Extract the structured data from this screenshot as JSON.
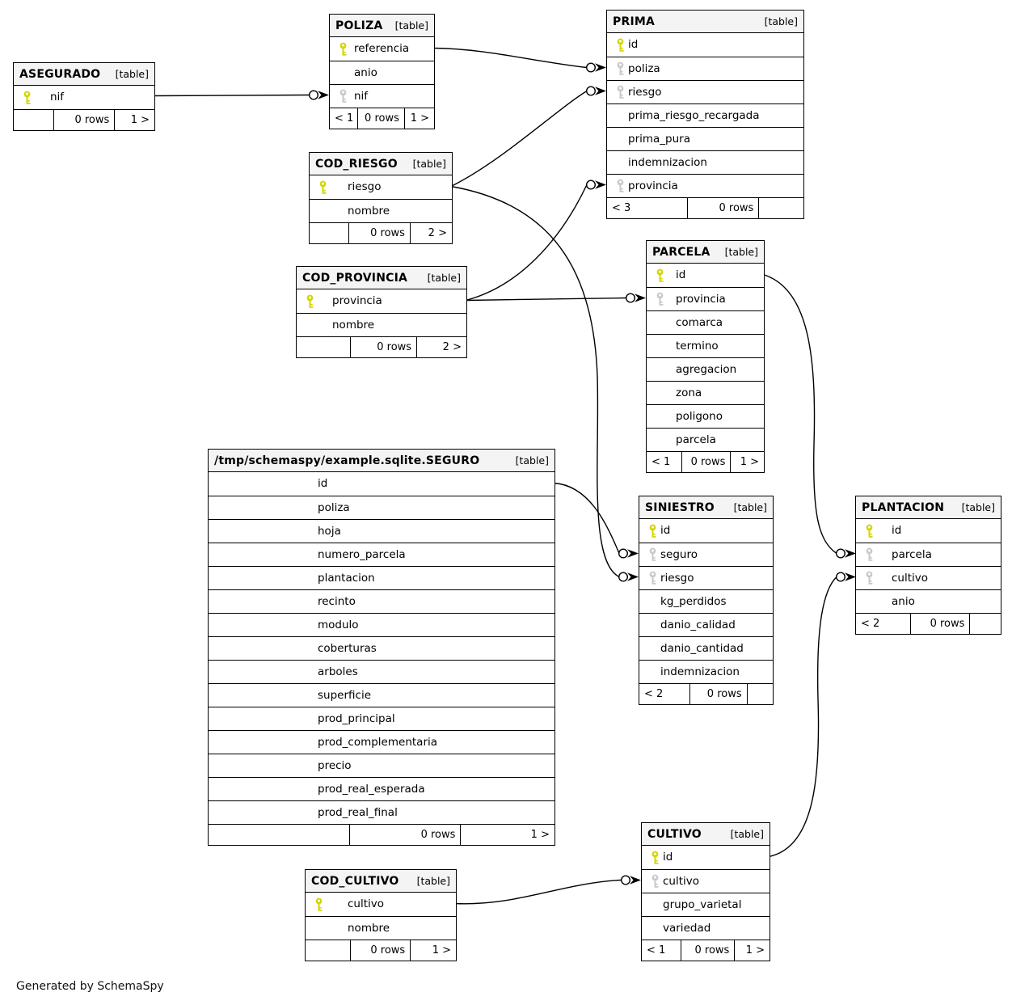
{
  "diagram": {
    "generated_by": "Generated by SchemaSpy",
    "type_label": "[table]"
  },
  "colors": {
    "primary_key": "#d4d400",
    "foreign_key": "#c9c9c9",
    "header_bg": "#f4f4f4",
    "border": "#000000",
    "line": "#000000"
  },
  "tables": [
    {
      "name": "ASEGURADO",
      "columns": [
        {
          "name": "nif",
          "key": "pk"
        }
      ],
      "footer": [
        "",
        "0 rows",
        "1 >"
      ]
    },
    {
      "name": "POLIZA",
      "columns": [
        {
          "name": "referencia",
          "key": "pk"
        },
        {
          "name": "anio",
          "key": null
        },
        {
          "name": "nif",
          "key": "fk"
        }
      ],
      "footer": [
        "< 1",
        "0 rows",
        "1 >"
      ]
    },
    {
      "name": "PRIMA",
      "columns": [
        {
          "name": "id",
          "key": "pk"
        },
        {
          "name": "poliza",
          "key": "fk"
        },
        {
          "name": "riesgo",
          "key": "fk"
        },
        {
          "name": "prima_riesgo_recargada",
          "key": null
        },
        {
          "name": "prima_pura",
          "key": null
        },
        {
          "name": "indemnizacion",
          "key": null
        },
        {
          "name": "provincia",
          "key": "fk"
        }
      ],
      "footer": [
        "< 3",
        "0 rows",
        ""
      ]
    },
    {
      "name": "COD_RIESGO",
      "columns": [
        {
          "name": "riesgo",
          "key": "pk"
        },
        {
          "name": "nombre",
          "key": null
        }
      ],
      "footer": [
        "",
        "0 rows",
        "2 >"
      ]
    },
    {
      "name": "COD_PROVINCIA",
      "columns": [
        {
          "name": "provincia",
          "key": "pk"
        },
        {
          "name": "nombre",
          "key": null
        }
      ],
      "footer": [
        "",
        "0 rows",
        "2 >"
      ]
    },
    {
      "name": "PARCELA",
      "columns": [
        {
          "name": "id",
          "key": "pk"
        },
        {
          "name": "provincia",
          "key": "fk"
        },
        {
          "name": "comarca",
          "key": null
        },
        {
          "name": "termino",
          "key": null
        },
        {
          "name": "agregacion",
          "key": null
        },
        {
          "name": "zona",
          "key": null
        },
        {
          "name": "poligono",
          "key": null
        },
        {
          "name": "parcela",
          "key": null
        }
      ],
      "footer": [
        "< 1",
        "0 rows",
        "1 >"
      ]
    },
    {
      "name": "/tmp/schemaspy/example.sqlite.SEGURO",
      "columns": [
        {
          "name": "id",
          "key": null
        },
        {
          "name": "poliza",
          "key": null
        },
        {
          "name": "hoja",
          "key": null
        },
        {
          "name": "numero_parcela",
          "key": null
        },
        {
          "name": "plantacion",
          "key": null
        },
        {
          "name": "recinto",
          "key": null
        },
        {
          "name": "modulo",
          "key": null
        },
        {
          "name": "coberturas",
          "key": null
        },
        {
          "name": "arboles",
          "key": null
        },
        {
          "name": "superficie",
          "key": null
        },
        {
          "name": "prod_principal",
          "key": null
        },
        {
          "name": "prod_complementaria",
          "key": null
        },
        {
          "name": "precio",
          "key": null
        },
        {
          "name": "prod_real_esperada",
          "key": null
        },
        {
          "name": "prod_real_final",
          "key": null
        }
      ],
      "footer": [
        "",
        "0 rows",
        "1 >"
      ]
    },
    {
      "name": "SINIESTRO",
      "columns": [
        {
          "name": "id",
          "key": "pk"
        },
        {
          "name": "seguro",
          "key": "fk"
        },
        {
          "name": "riesgo",
          "key": "fk"
        },
        {
          "name": "kg_perdidos",
          "key": null
        },
        {
          "name": "danio_calidad",
          "key": null
        },
        {
          "name": "danio_cantidad",
          "key": null
        },
        {
          "name": "indemnizacion",
          "key": null
        }
      ],
      "footer": [
        "< 2",
        "0 rows",
        ""
      ]
    },
    {
      "name": "PLANTACION",
      "columns": [
        {
          "name": "id",
          "key": "pk"
        },
        {
          "name": "parcela",
          "key": "fk"
        },
        {
          "name": "cultivo",
          "key": "fk"
        },
        {
          "name": "anio",
          "key": null
        }
      ],
      "footer": [
        "< 2",
        "0 rows",
        ""
      ]
    },
    {
      "name": "CULTIVO",
      "columns": [
        {
          "name": "id",
          "key": "pk"
        },
        {
          "name": "cultivo",
          "key": "fk"
        },
        {
          "name": "grupo_varietal",
          "key": null
        },
        {
          "name": "variedad",
          "key": null
        }
      ],
      "footer": [
        "< 1",
        "0 rows",
        "1 >"
      ]
    },
    {
      "name": "COD_CULTIVO",
      "columns": [
        {
          "name": "cultivo",
          "key": "pk"
        },
        {
          "name": "nombre",
          "key": null
        }
      ],
      "footer": [
        "",
        "0 rows",
        "1 >"
      ]
    }
  ],
  "relationships": [
    {
      "from": "ASEGURADO.nif",
      "to": "POLIZA.nif"
    },
    {
      "from": "POLIZA.referencia",
      "to": "PRIMA.poliza"
    },
    {
      "from": "COD_RIESGO.riesgo",
      "to": "PRIMA.riesgo"
    },
    {
      "from": "COD_PROVINCIA.provincia",
      "to": "PRIMA.provincia"
    },
    {
      "from": "COD_PROVINCIA.provincia",
      "to": "PARCELA.provincia"
    },
    {
      "from": "COD_RIESGO.riesgo",
      "to": "SINIESTRO.riesgo"
    },
    {
      "from": "SEGURO.id",
      "to": "SINIESTRO.seguro"
    },
    {
      "from": "PARCELA.id",
      "to": "PLANTACION.parcela"
    },
    {
      "from": "CULTIVO.id",
      "to": "PLANTACION.cultivo"
    },
    {
      "from": "COD_CULTIVO.cultivo",
      "to": "CULTIVO.cultivo"
    }
  ]
}
